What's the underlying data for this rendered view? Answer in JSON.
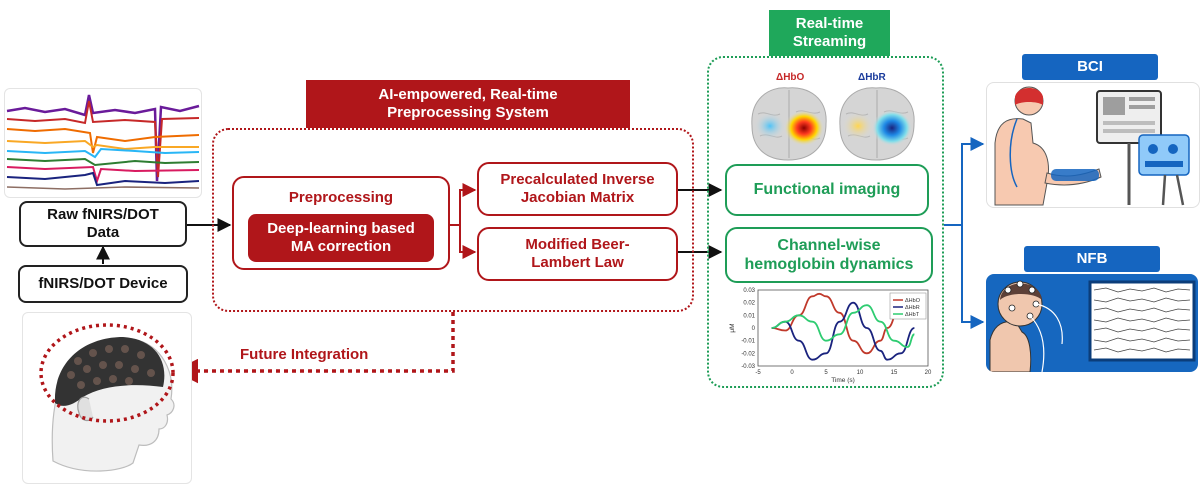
{
  "input": {
    "raw_data_label": "Raw fNIRS/DOT Data",
    "device_label": "fNIRS/DOT Device"
  },
  "preprocessing": {
    "system_title": "AI-empowered, Real-time Preprocessing System",
    "preprocessing_label": "Preprocessing",
    "ma_correction_label": "Deep-learning based MA correction",
    "jacobian_label": "Precalculated Inverse Jacobian Matrix",
    "beer_lambert_label": "Modified Beer-Lambert Law"
  },
  "future": {
    "label": "Future Integration"
  },
  "streaming": {
    "title": "Real-time Streaming",
    "functional_imaging_label": "Functional imaging",
    "channel_wise_label": "Channel-wise hemoglobin dynamics",
    "hbo_label": "ΔHbO",
    "hbr_label": "ΔHbR"
  },
  "outputs": {
    "bci_label": "BCI",
    "nfb_label": "NFB"
  },
  "colors": {
    "red": "#b0161a",
    "green": "#1e9d57",
    "blue": "#1565c0"
  },
  "chart_data": {
    "type": "line",
    "xlabel": "Time (s)",
    "ylabel": "μM",
    "xlim": [
      -5,
      20
    ],
    "ylim": [
      -0.03,
      0.03
    ],
    "xticks": [
      -5,
      0,
      5,
      10,
      15,
      20
    ],
    "yticks": [
      0.03,
      0.02,
      0.01,
      0,
      -0.01,
      -0.02,
      -0.03
    ],
    "legend": "top-right",
    "series": [
      {
        "name": "ΔHbO",
        "color": "#c0392b",
        "x": [
          -3,
          -1,
          1,
          3,
          4,
          5,
          7,
          9,
          11,
          13,
          14,
          16,
          18
        ],
        "y": [
          0.0,
          -0.002,
          0.01,
          0.025,
          0.027,
          0.025,
          0.012,
          -0.01,
          -0.02,
          -0.01,
          0.0,
          0.018,
          0.025
        ]
      },
      {
        "name": "ΔHbR",
        "color": "#1a237e",
        "x": [
          -3,
          -1,
          1,
          3,
          5,
          7,
          9,
          11,
          13,
          14,
          16,
          18
        ],
        "y": [
          0.0,
          0.005,
          -0.01,
          -0.025,
          -0.02,
          0.005,
          0.02,
          0.0,
          -0.018,
          -0.025,
          -0.02,
          0.0
        ]
      },
      {
        "name": "ΔHbT",
        "color": "#2ecc71",
        "x": [
          -3,
          -1,
          1,
          3,
          5,
          7,
          9,
          11,
          13,
          15,
          17,
          18
        ],
        "y": [
          0.0,
          0.005,
          0.01,
          0.005,
          -0.01,
          -0.005,
          0.012,
          0.018,
          0.005,
          -0.01,
          -0.015,
          -0.005
        ]
      }
    ]
  }
}
